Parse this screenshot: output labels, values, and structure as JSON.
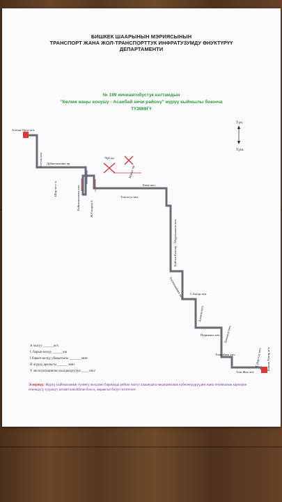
{
  "header": {
    "line1": "БИШКЕК ШААРЫНЫН МЭРИЯСЫНЫН",
    "line2": "ТРАНСПОРТ ЖАНА ЖОЛ-ТРАНСПОРТТУК ИНФРАТУЗУМДУ ӨНУКТҮРҮҮ",
    "line3": "ДЕПАРТАМЕНТИ"
  },
  "title": {
    "line1": "№ 199 кичиавтобустук каттамдын",
    "line2": "\"Көлмө жаңы конушу - Асанбай кичи районү\" жүрүү кыймылы боюнча",
    "line3": "ТҮЗМӨГҮ"
  },
  "compass": {
    "north": "Түн.",
    "south": "Түш."
  },
  "stops": {
    "start": "Алтын-Ордо ж/к",
    "end": "Аты Жок ж/к",
    "end_vertical": "Кашан Тенир ж/к"
  },
  "streets": {
    "gorky": "Гоголь көч.",
    "dzhambula": "Дүйшөкопина пр.",
    "chui": "Чүй пр.",
    "manas": "Манас пр.",
    "kievskaya": "Киев көч.",
    "toktogula": "Токтогул көч.",
    "shabdan": "Шар четт к.",
    "bokonbaeva": "Бейшеналиева көч.",
    "gagarin": "Ж.Гагарин б.",
    "baytik": "Байтик Баатыр - Абдрахманов көч.",
    "tokombaev1": "Токтомамбаев көч.",
    "sbator": "С.Батор көч.",
    "aviagorod": "Алоина көч.",
    "nurkamal": "Нуркамал көч.",
    "dzhunkaeva": "Бакыпов көч.",
    "tokombaev": "Токомбаев көч.",
    "tdoroly": "Т.Дорголу көч."
  },
  "form": {
    "l1": "А чыгуу ______ж/у",
    "l2": "I. барып-келүү ______км",
    "l3": "I барып-келүү убакытысы _______мин",
    "l4": "И жүрүү аралыгы ______ мин",
    "l5": "V эксплуатациялоо кылдыздуулук ____ км.с"
  },
  "note": {
    "label": "Эскертүү:",
    "text": " Жүрүү кыймылынын түзмөгү жолдомо баракчада рейске чыгуу алдындагы медициналык күбөлөндүрүүдөн жана техникалык кароодон өткөндүгү тууралуу штамп коюлбаган болсо, жараксыз болуп эсептелет."
  },
  "colors": {
    "route": "#6b6b74",
    "stop": "#d83a3a",
    "title": "#2e9a3f",
    "cross": "#c43b3b"
  }
}
